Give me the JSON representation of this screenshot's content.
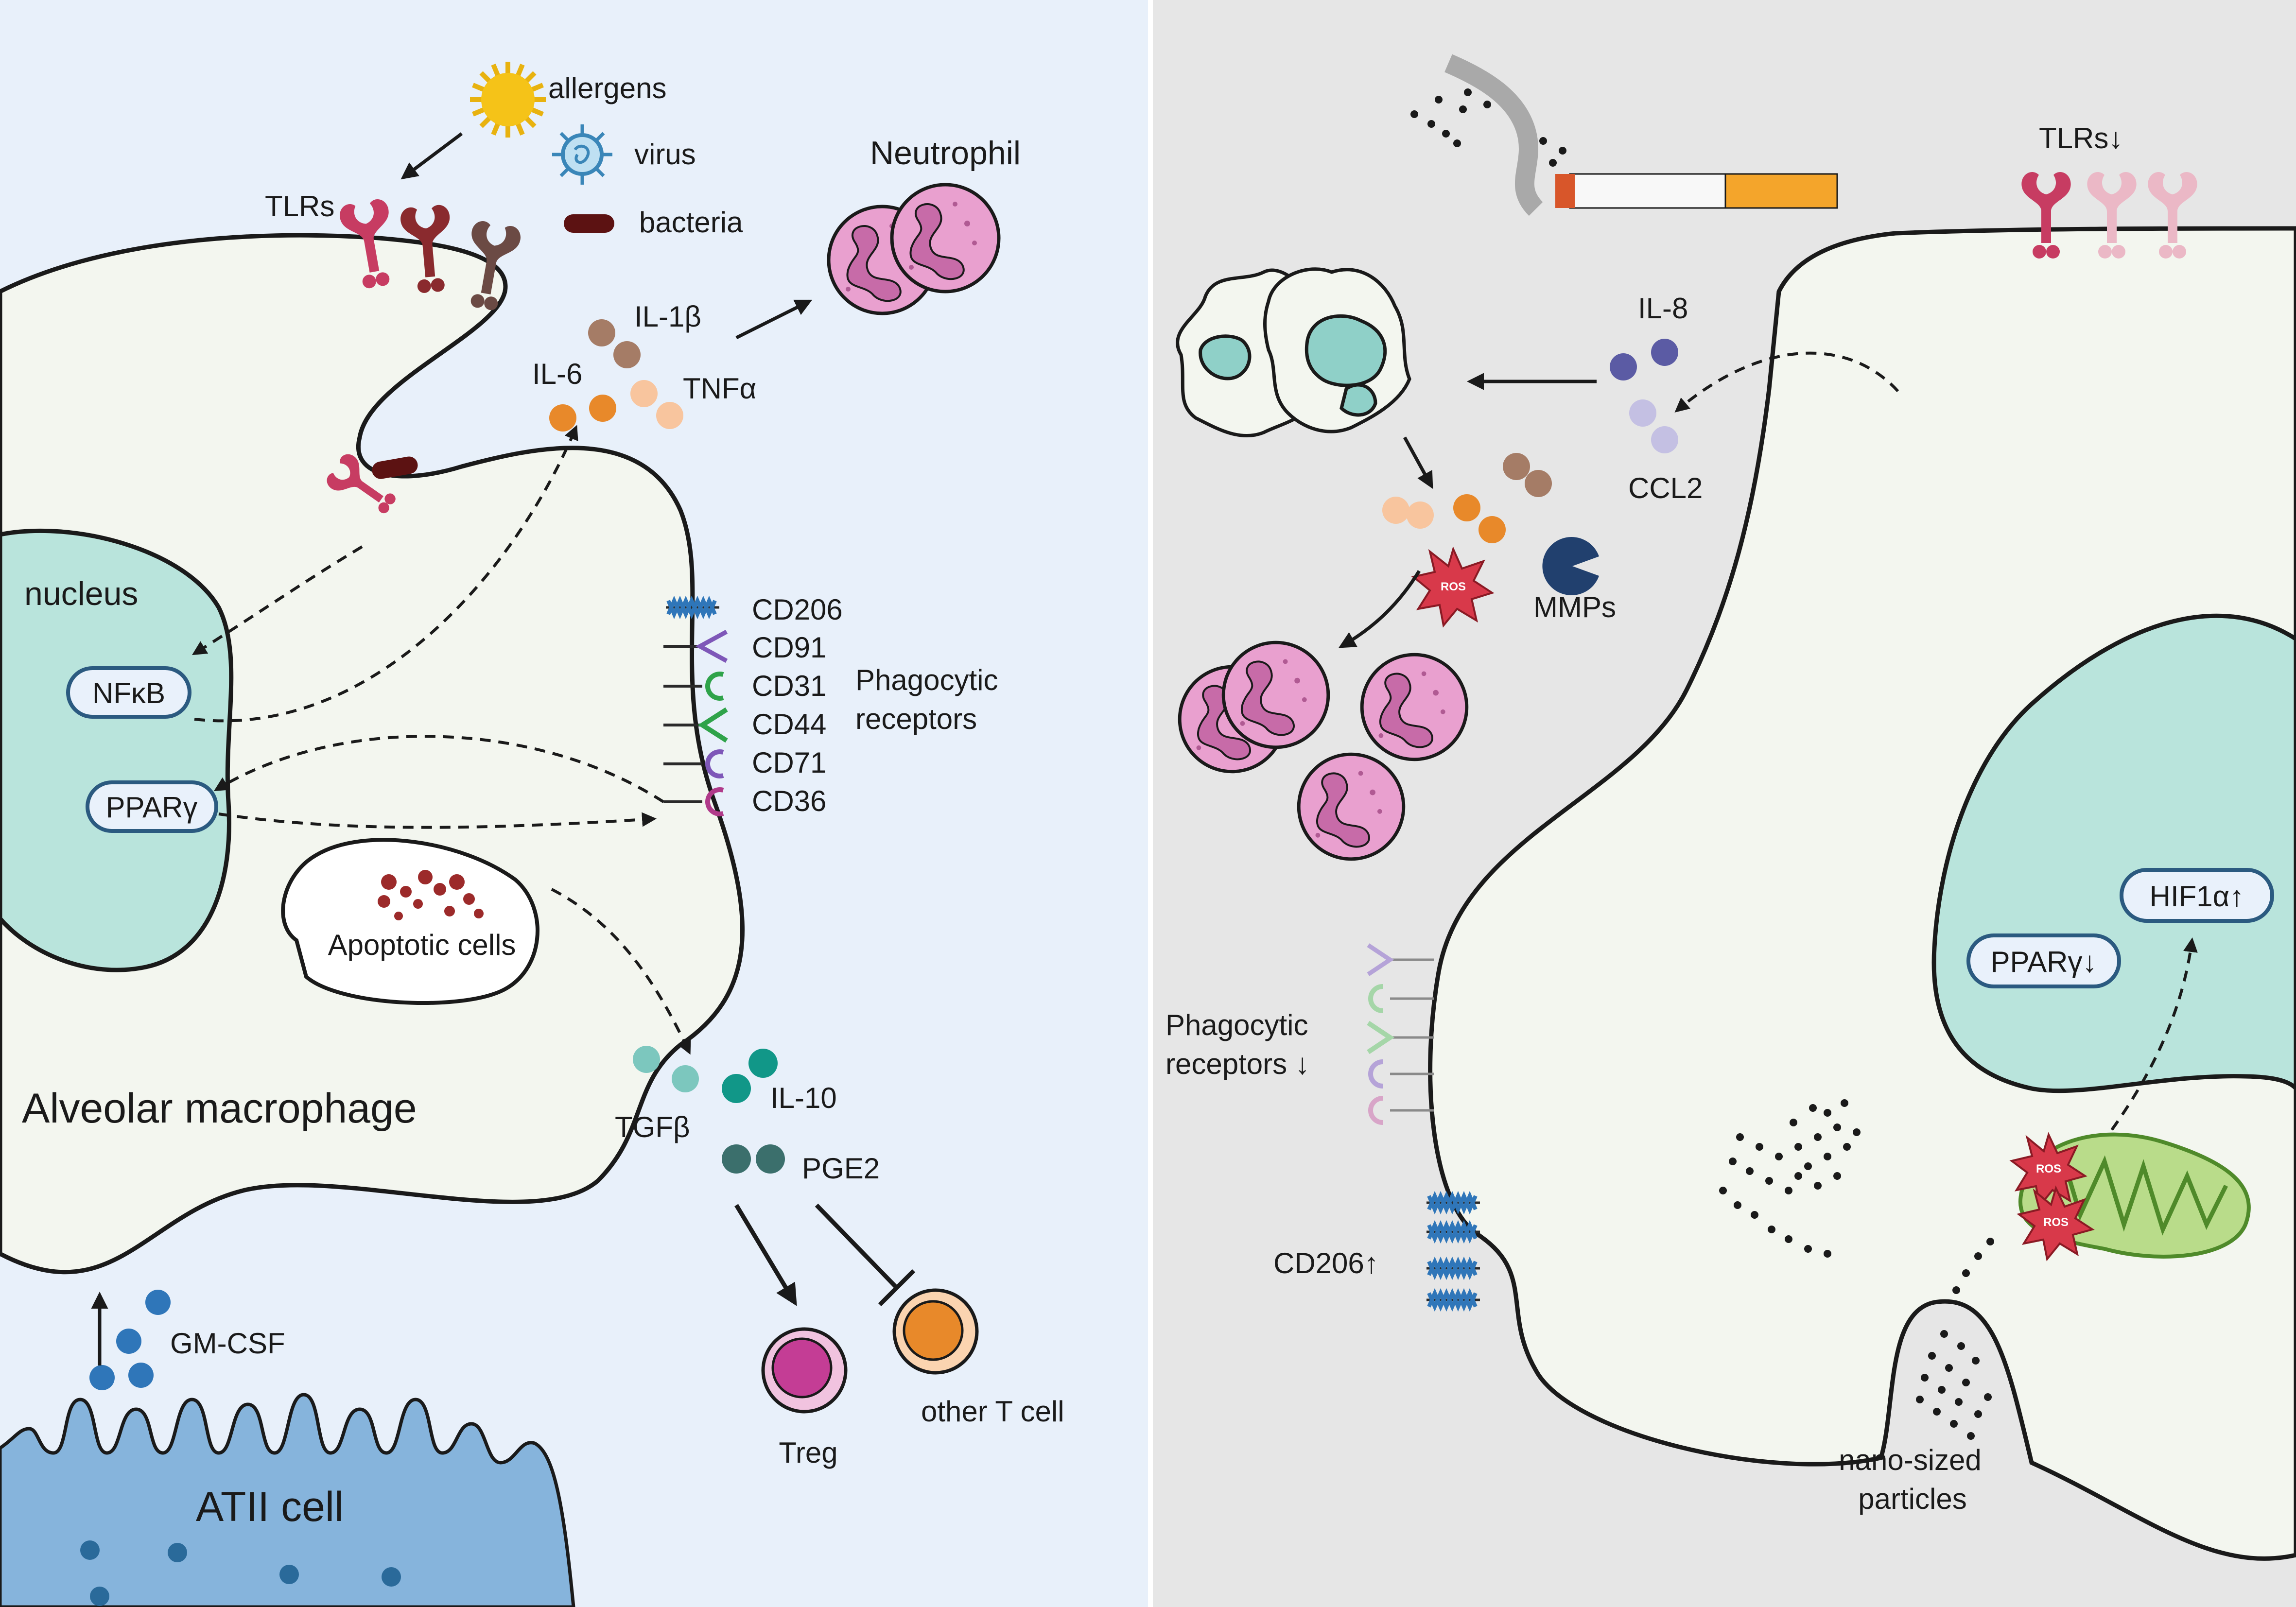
{
  "left_panel": {
    "allergens": "allergens",
    "virus": "virus",
    "bacteria": "bacteria",
    "tlrs": "TLRs",
    "neutrophil": "Neutrophil",
    "il1b": "IL-1β",
    "il6": "IL-6",
    "tnfa": "TNFα",
    "nucleus": "nucleus",
    "nfkb": "NFκB",
    "ppary": "PPARγ",
    "apoptotic": "Apoptotic cells",
    "receptors": [
      "CD206",
      "CD91",
      "CD31",
      "CD44",
      "CD71",
      "CD36"
    ],
    "phagocytic_1": "Phagocytic",
    "phagocytic_2": "receptors",
    "macrophage": "Alveolar macrophage",
    "tgfb": "TGFβ",
    "il10": "IL-10",
    "pge2": "PGE2",
    "treg": "Treg",
    "other_t": "other T cell",
    "gmcsf": "GM-CSF",
    "atii": "ATII cell"
  },
  "right_panel": {
    "tlrs": "TLRs↓",
    "il8": "IL-8",
    "ccl2": "CCL2",
    "mmps": "MMPs",
    "ros": "ROS",
    "phagocytic_1": "Phagocytic",
    "phagocytic_2": "receptors ↓",
    "cd206": "CD206↑",
    "hif1a": "HIF1α↑",
    "ppary": "PPARγ↓",
    "nano_1": "nano-sized",
    "nano_2": "particles"
  },
  "colors": {
    "left_bg": "#e8f0fa",
    "right_bg": "#e6e6e6",
    "membrane": "#f3f6ef",
    "nucleus": "#b9e4dc",
    "il1b": "#a57c66",
    "tnfa": "#f8c59e",
    "il6": "#e8892a",
    "tgfb": "#7cc7be",
    "il10": "#119788",
    "pge2": "#3b6f6c",
    "gmcsf": "#2f76b9",
    "il8": "#5b5ba4",
    "ccl2": "#c4c0e3",
    "treg": "#c43d95",
    "other_t": "#e8892a",
    "neutrophil": "#e9a0cf",
    "ros": "#d8394a",
    "mmps": "#21406e",
    "atii": "#86b4dc"
  }
}
